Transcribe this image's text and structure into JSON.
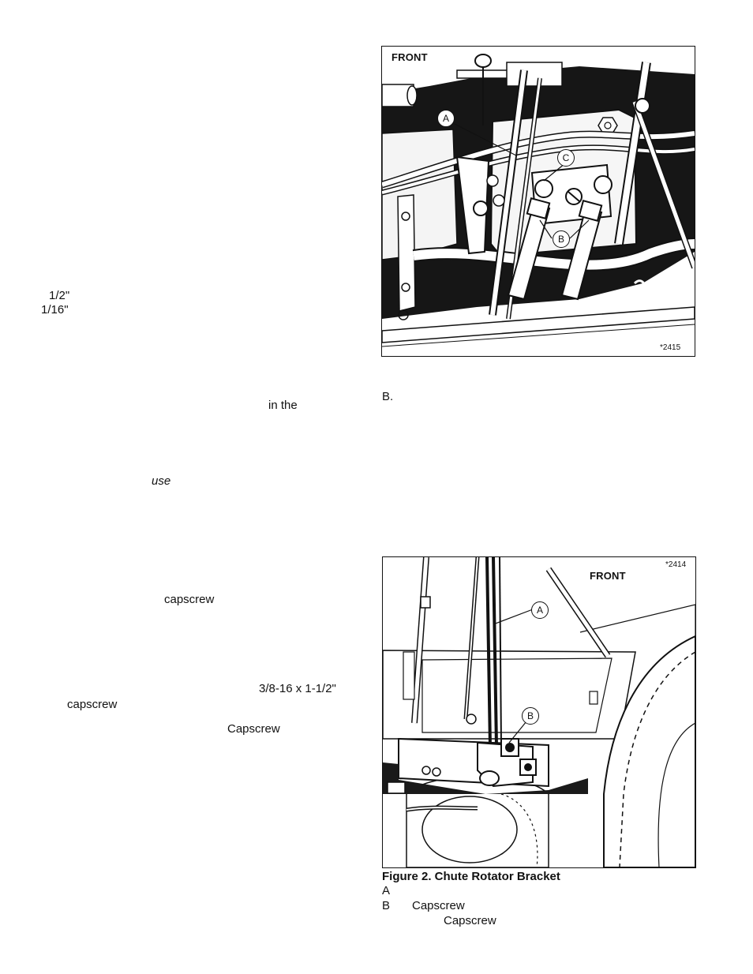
{
  "left_fragments": {
    "half_inch": "1/2\"",
    "sixteenth_inch": "1/16\"",
    "in_the": "in the",
    "use": "use",
    "capscrew1": "capscrew",
    "bolt_size": "3/8-16 x 1-1/2\"",
    "capscrew2": "capscrew",
    "capscrew3": "Capscrew"
  },
  "right_fragments": {
    "b_marker": "B."
  },
  "figure1": {
    "front_label": "FRONT",
    "image_number": "*2415",
    "callout_a": "A",
    "callout_b": "B",
    "callout_c": "C"
  },
  "figure2": {
    "front_label": "FRONT",
    "image_number": "*2414",
    "callout_a": "A",
    "callout_b": "B",
    "caption": "Figure 2. Chute Rotator Bracket",
    "legend": [
      {
        "key": "A",
        "text": ""
      },
      {
        "key": "B",
        "text": "Capscrew"
      },
      {
        "key": "",
        "text": "Capscrew"
      }
    ]
  }
}
